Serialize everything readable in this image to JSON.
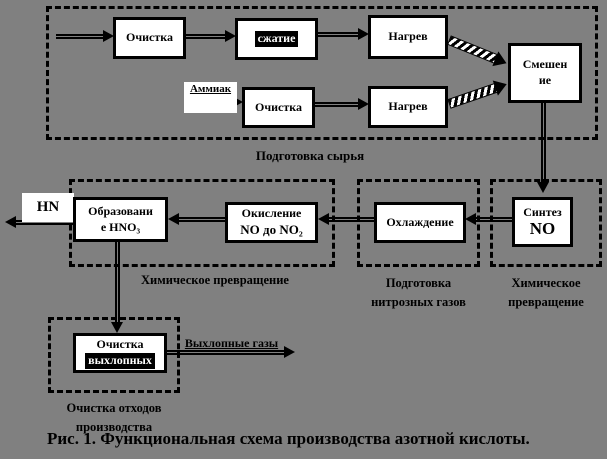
{
  "nodes": {
    "cleaning_air": {
      "label": "Очистка"
    },
    "compression": {
      "label": "сжатие"
    },
    "heating_air": {
      "label": "Нагрев"
    },
    "ammonia": {
      "label": "Аммиак"
    },
    "cleaning_ammonia": {
      "label": "Очистка"
    },
    "heating_ammonia": {
      "label": "Нагрев"
    },
    "mixing": {
      "line1": "Смешен",
      "line2": "ие"
    },
    "synthesis": {
      "line1": "Синтез",
      "line2": "NO"
    },
    "cooling": {
      "label": "Охлаждение"
    },
    "oxidation": {
      "line1": "Окисление",
      "line2": "NO до NO₂"
    },
    "formation": {
      "line1": "Образовани",
      "line2": "е HNO₃"
    },
    "acid_out": {
      "label": "HN"
    },
    "exhaust_cleaning": {
      "line1": "Очистка",
      "line2": "выхлопных"
    },
    "exhaust_gases": {
      "label": "Выхлопные газы"
    }
  },
  "groups": {
    "raw_prep": {
      "label": "Подготовка сырья"
    },
    "chemical_1": {
      "label": "Химическое превращение"
    },
    "nitrous_prep": {
      "line1": "Подготовка",
      "line2": "нитрозных газов"
    },
    "chemical_2": {
      "line1": "Химическое",
      "line2": "превращение"
    },
    "waste_cleaning": {
      "line1": "Очистка отходов",
      "line2": "производства"
    }
  },
  "caption": "Рис. 1. Функциональная схема производства азотной кислоты.",
  "colors": {
    "background": "#808080",
    "box_fill": "#ffffff",
    "line": "#000000",
    "highlight": "#000000",
    "highlight_text": "#ffffff"
  }
}
